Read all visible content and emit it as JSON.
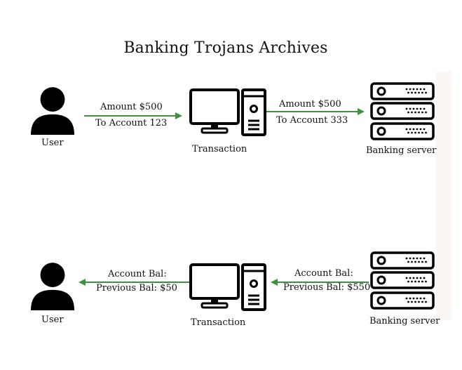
{
  "title": "Banking Trojans Archives",
  "colors": {
    "arrow": "#3d9140",
    "icon": "#000000",
    "strip": "#fbf6f4"
  },
  "top_row": {
    "user_label": "User",
    "user_icon": "person-icon",
    "arrow1_line1": "Amount $500",
    "arrow1_line2": "To Account 123",
    "computer_label": "Transaction",
    "computer_icon": "desktop-computer-icon",
    "arrow2_line1": "Amount $500",
    "arrow2_line2": "To Account 333",
    "server_label": "Banking server",
    "server_icon": "server-rack-icon"
  },
  "bottom_row": {
    "user_label": "User",
    "user_icon": "person-icon",
    "arrow1_line1": "Account Bal:",
    "arrow1_line2": "Previous Bal: $50",
    "computer_label": "Transaction",
    "computer_icon": "desktop-computer-icon",
    "arrow2_line1": "Account Bal:",
    "arrow2_line2": "Previous Bal: $550",
    "server_label": "Banking server",
    "server_icon": "server-rack-icon"
  }
}
